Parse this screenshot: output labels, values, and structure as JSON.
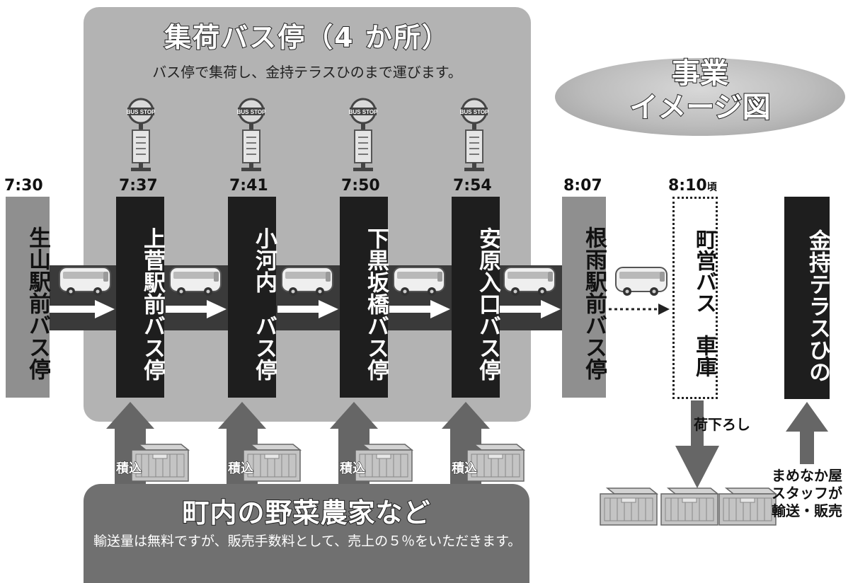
{
  "top_panel": {
    "title": "集荷バス停（4 か所）",
    "subtitle": "バス停で集荷し、金持テラスひのまで運びます。"
  },
  "badge": {
    "line1": "事業",
    "line2": "イメージ図"
  },
  "bus_stop_sign_label": "BUS STOP",
  "route": {
    "start": {
      "time": "7:30",
      "name": "生山駅前バス停"
    },
    "stops": [
      {
        "time": "7:37",
        "name": "上菅駅前バス停"
      },
      {
        "time": "7:41",
        "name": "小河内　バス停"
      },
      {
        "time": "7:50",
        "name": "下黒坂橋バス停"
      },
      {
        "time": "7:54",
        "name": "安原入口バス停"
      }
    ],
    "end": {
      "time": "8:07",
      "name": "根雨駅前バス停"
    },
    "garage": {
      "time": "8:10",
      "time_suffix": "頃",
      "name": "町営バス　車庫"
    },
    "destination": {
      "name": "金持テラスひの"
    }
  },
  "load_label": "積込",
  "unload_label": "荷下ろし",
  "staff_note": {
    "line1": "まめなか屋",
    "line2": "スタッフが",
    "line3": "輸送・販売"
  },
  "bottom_panel": {
    "title": "町内の野菜農家など",
    "body": "輸送量は無料ですが、販売手数料として、売上の５％をいただきます。"
  },
  "colors": {
    "panel_grey": "#b3b3b3",
    "dark_panel": "#707070",
    "stop_box": "#1e1e1e",
    "terminal_box": "#8f8f8f",
    "road": "#3a3a3a",
    "arrow": "#666666"
  }
}
